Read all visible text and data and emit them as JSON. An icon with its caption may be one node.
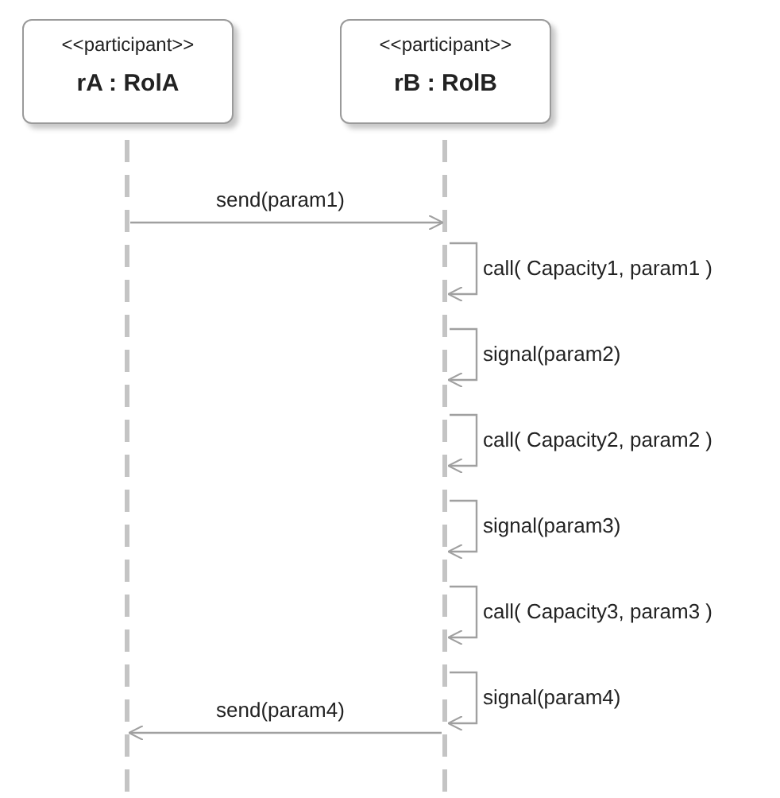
{
  "diagram": {
    "nodes": [
      {
        "text": [
          "<<participant>>",
          "rA : RolA"
        ]
      },
      {
        "text": [
          "<<participant>>",
          "rB : RolB"
        ]
      }
    ],
    "edges": [
      {
        "from": 0,
        "to": 1,
        "arrow": "to",
        "label": "send(param1)"
      },
      {
        "from": 1,
        "to": 1,
        "arrow": "to",
        "label": "call( Capacity1, param1 )"
      },
      {
        "from": 1,
        "to": 1,
        "arrow": "to",
        "label": "signal(param2)"
      },
      {
        "from": 1,
        "to": 1,
        "arrow": "to",
        "label": "call( Capacity2, param2 )"
      },
      {
        "from": 1,
        "to": 1,
        "arrow": "to",
        "label": "signal(param3)"
      },
      {
        "from": 1,
        "to": 1,
        "arrow": "to",
        "label": "call( Capacity3, param3 )"
      },
      {
        "from": 1,
        "to": 1,
        "arrow": "to",
        "label": "signal(param4)"
      },
      {
        "from": 1,
        "to": 0,
        "arrow": "to",
        "label": "send(param4)"
      }
    ]
  }
}
